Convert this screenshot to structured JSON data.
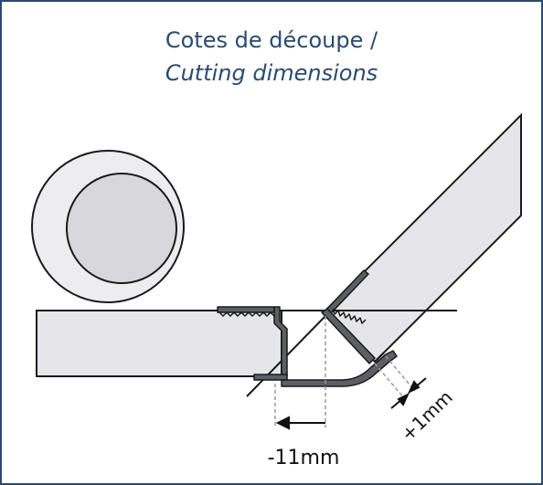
{
  "title": {
    "line1": "Cotes de découpe /",
    "line2": "Cutting dimensions"
  },
  "dimensions": {
    "minus_label": "-11mm",
    "plus_label": "+1mm"
  },
  "colors": {
    "frame": "#2b4a6f",
    "glass": "#e6e6ea",
    "outline": "#1a1a1a",
    "seal": "#5d5f63",
    "dash": "#9a9a9a"
  }
}
